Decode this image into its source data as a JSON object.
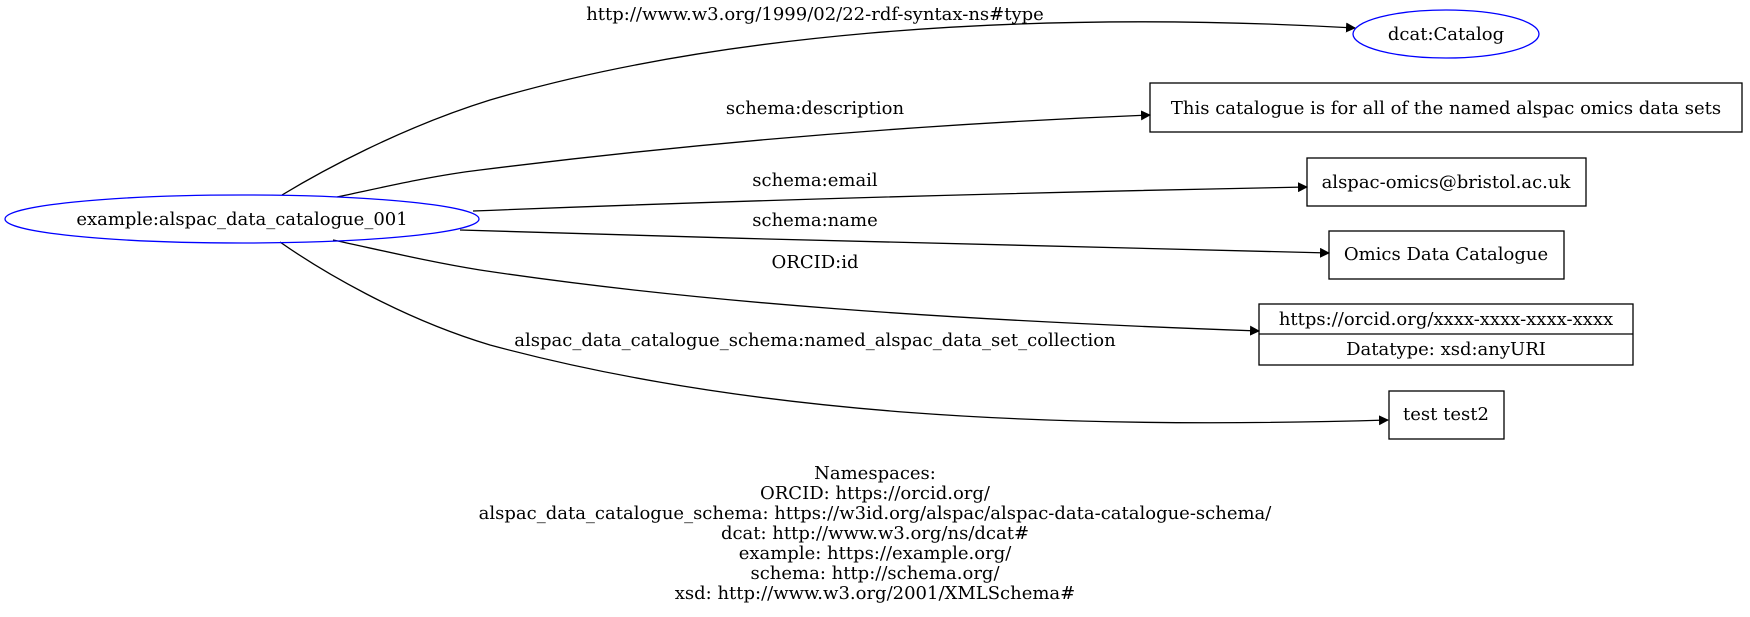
{
  "graph": {
    "subject": "example:alspac_data_catalogue_001",
    "edges": [
      {
        "predicate": "http://www.w3.org/1999/02/22-rdf-syntax-ns#type",
        "object": "dcat:Catalog",
        "object_kind": "uri"
      },
      {
        "predicate": "schema:description",
        "object": "This catalogue is for all of the named alspac omics data sets",
        "object_kind": "literal"
      },
      {
        "predicate": "schema:email",
        "object": "alspac-omics@bristol.ac.uk",
        "object_kind": "literal"
      },
      {
        "predicate": "schema:name",
        "object": "Omics Data Catalogue",
        "object_kind": "literal"
      },
      {
        "predicate": "ORCID:id",
        "object": "https://orcid.org/xxxx-xxxx-xxxx-xxxx",
        "datatype": "Datatype: xsd:anyURI",
        "object_kind": "typed-literal"
      },
      {
        "predicate": "alspac_data_catalogue_schema:named_alspac_data_set_collection",
        "object": "test test2",
        "object_kind": "literal"
      }
    ]
  },
  "namespaces": {
    "title": "Namespaces:",
    "entries": [
      "ORCID: https://orcid.org/",
      "alspac_data_catalogue_schema: https://w3id.org/alspac/alspac-data-catalogue-schema/",
      "dcat: http://www.w3.org/ns/dcat#",
      "example: https://example.org/",
      "schema: http://schema.org/",
      "xsd: http://www.w3.org/2001/XMLSchema#"
    ]
  },
  "colors": {
    "uri_node_stroke": "#0000ff",
    "literal_node_stroke": "#000000",
    "edge": "#000000"
  }
}
